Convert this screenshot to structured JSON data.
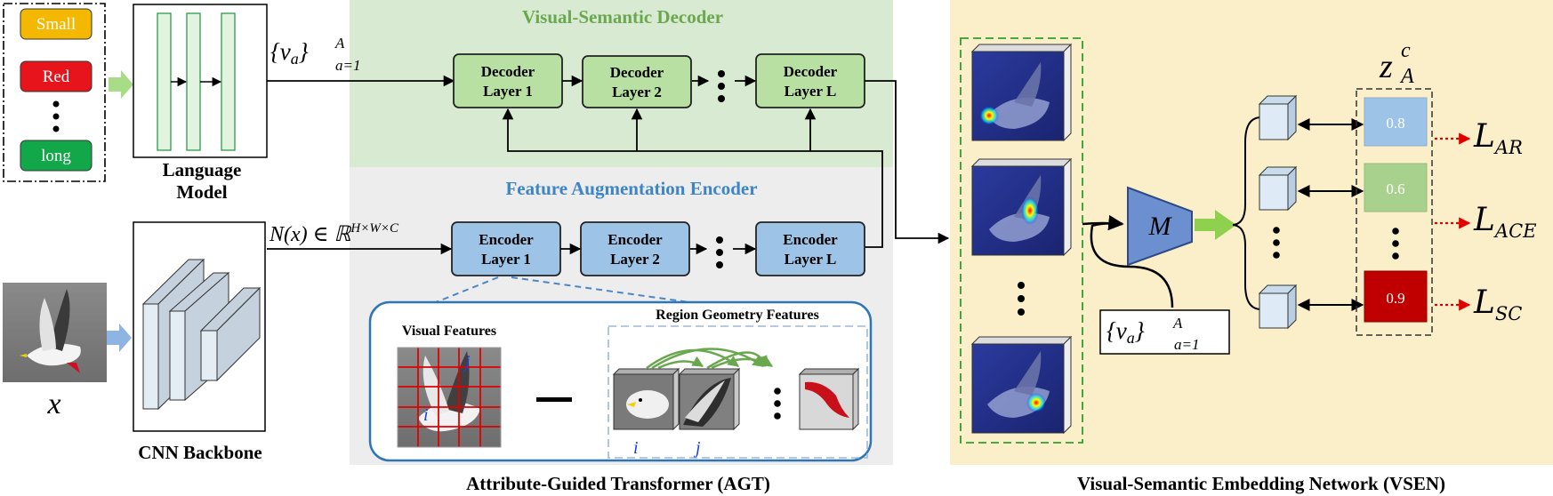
{
  "attributes": [
    "Small",
    "Red",
    "long"
  ],
  "language_model_label": [
    "Language",
    "Model"
  ],
  "cnn_backbone_label": "CNN Backbone",
  "input_symbol": "x",
  "va_label": "{v",
  "va_sub": "a",
  "va_close": "}",
  "va_sup": "A",
  "va_lower": "a=1",
  "nx_label": "N(x) ∈ ℝ",
  "nx_sup": "H×W×C",
  "decoder_title": "Visual-Semantic Decoder",
  "decoder_layers": [
    [
      "Decoder",
      "Layer 1"
    ],
    [
      "Decoder",
      "Layer 2"
    ],
    [
      "Decoder",
      "Layer L"
    ]
  ],
  "encoder_title": "Feature Augmentation Encoder",
  "encoder_layers": [
    [
      "Encoder",
      "Layer 1"
    ],
    [
      "Encoder",
      "Layer 2"
    ],
    [
      "Encoder",
      "Layer L"
    ]
  ],
  "visual_features_label": "Visual  Features",
  "region_geometry_label": "Region Geometry Features",
  "region_i": "i",
  "region_j": "j",
  "agt_caption": "Attribute-Guided Transformer (AGT)",
  "vsen_caption": "Visual-Semantic Embedding Network (VSEN)",
  "mapping_symbol": "M",
  "z_label": "z",
  "z_sup": "c",
  "z_sub": "A",
  "scores": [
    "0.8",
    "0.6",
    "0.9"
  ],
  "losses": [
    {
      "main": "L",
      "sub": "AR"
    },
    {
      "main": "L",
      "sub": "ACE"
    },
    {
      "main": "L",
      "sub": "SC"
    }
  ],
  "colors": {
    "attr_small": "#f5b800",
    "attr_red": "#e8141c",
    "attr_long": "#12a84a",
    "decoder_bg": "#d9ead3",
    "decoder_box": "#b9e0a3",
    "encoder_bg": "#ededed",
    "encoder_box": "#9dc3e6",
    "vsen_bg": "#fbefca",
    "score_blue": "#9dc3e6",
    "score_green": "#a9d18e",
    "score_red": "#c00000",
    "arrow_green": "#8fd14f",
    "title_green": "#6aa84f",
    "title_blue": "#3d85c6"
  }
}
